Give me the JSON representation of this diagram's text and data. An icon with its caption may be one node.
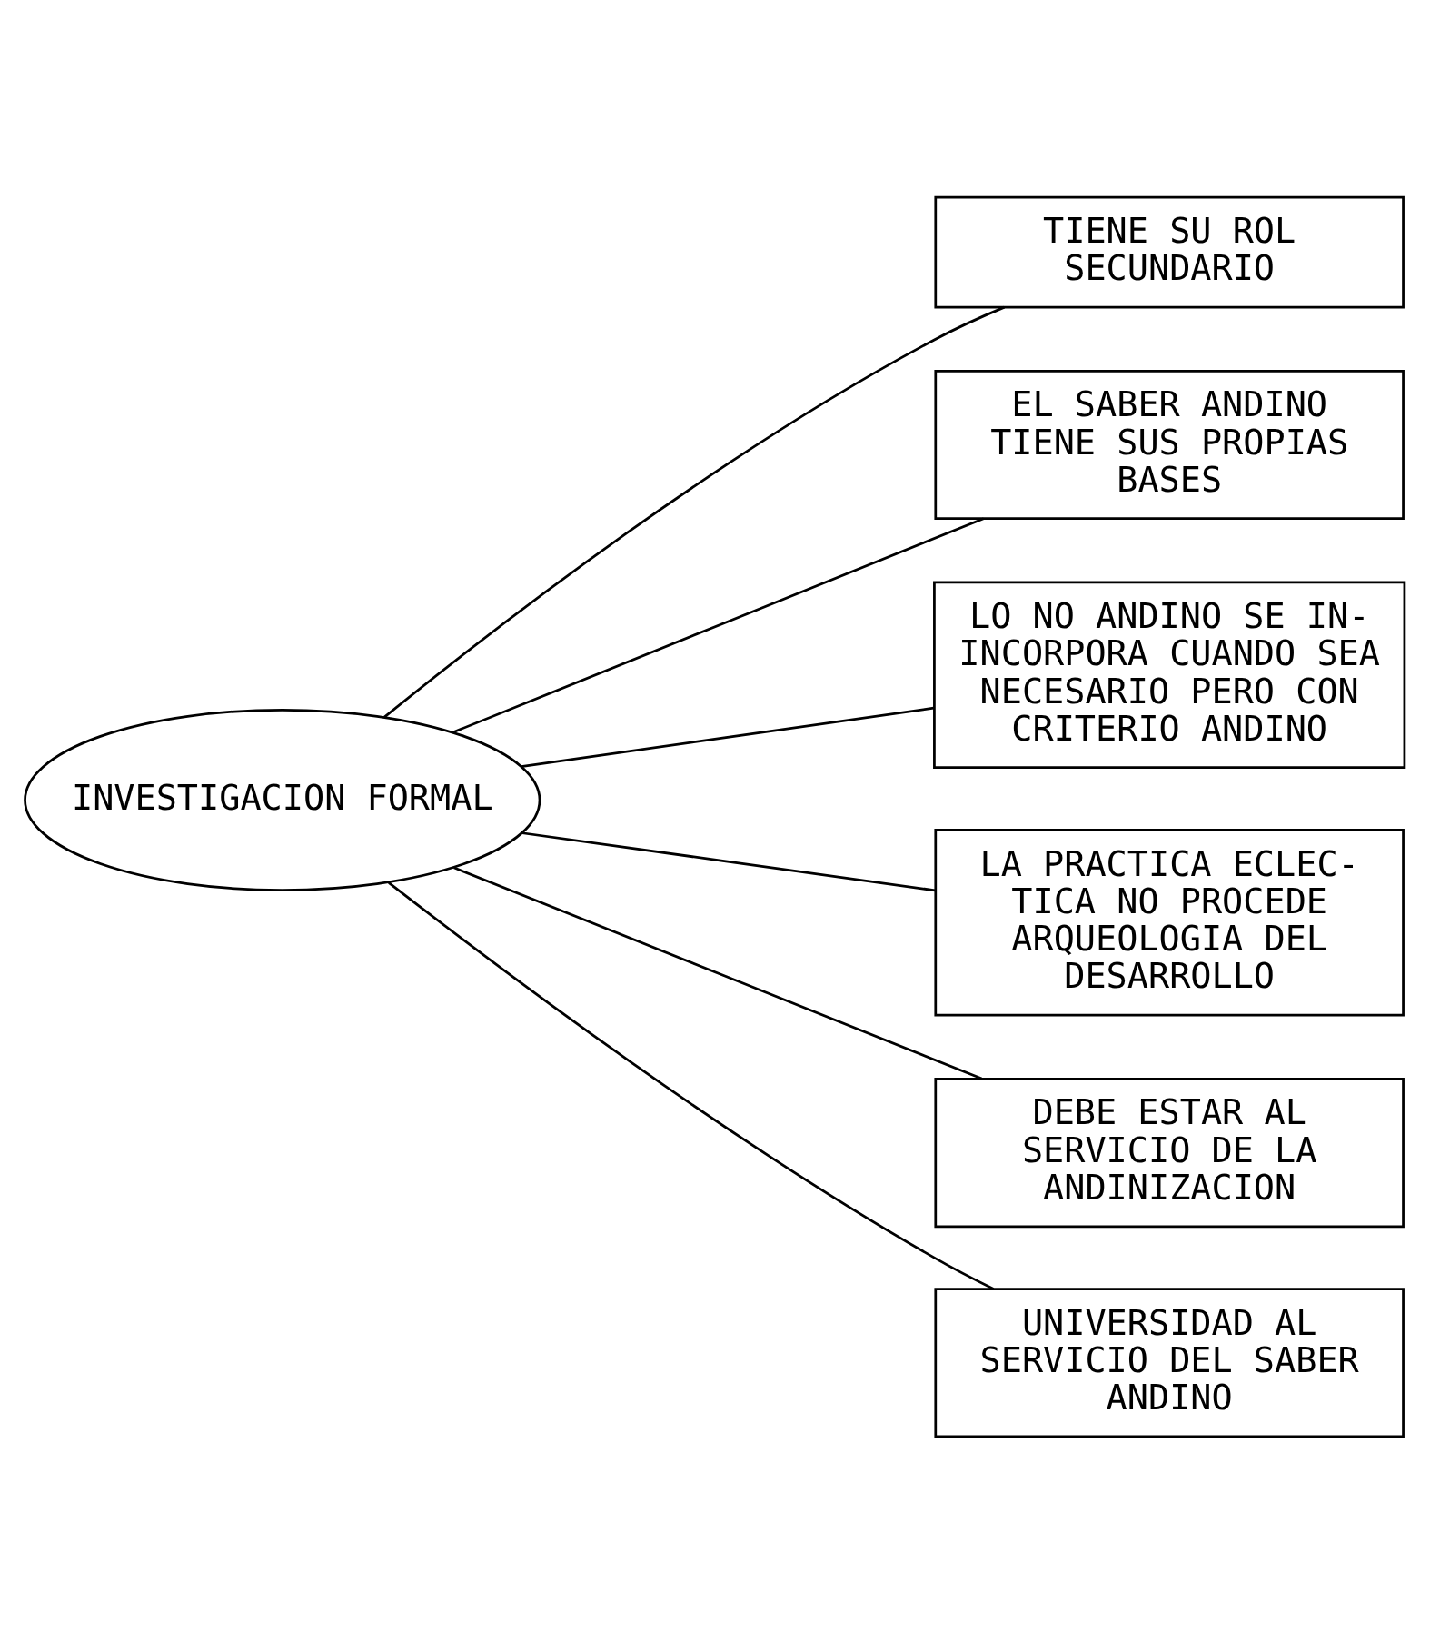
{
  "diagram": {
    "nodes": [
      {
        "text": [
          "INVESTIGACION FORMAL"
        ]
      },
      {
        "text": [
          "TIENE SU ROL SECUNDARIO"
        ]
      },
      {
        "text": [
          "EL SABER ANDINO TIENE SUS PROPIAS BASES"
        ]
      },
      {
        "text": [
          "LO NO ANDINO SE IN- INCORPORA CUANDO SEA NECESARIO PERO CON CRITERIO ANDINO"
        ]
      },
      {
        "text": [
          "LA PRACTICA ECLEC- TICA NO PROCEDE ARQUEOLOGIA DEL DESARROLLO"
        ]
      },
      {
        "text": [
          "DEBE ESTAR AL SERVICIO DE LA ANDINIZACION"
        ]
      },
      {
        "text": [
          "UNIVERSIDAD AL SERVICIO DEL SABER ANDINO"
        ]
      }
    ],
    "edges": [
      {
        "from": 0,
        "to": 1,
        "arrow": "none"
      },
      {
        "from": 0,
        "to": 2,
        "arrow": "none"
      },
      {
        "from": 0,
        "to": 3,
        "arrow": "none"
      },
      {
        "from": 0,
        "to": 4,
        "arrow": "none"
      },
      {
        "from": 0,
        "to": 5,
        "arrow": "none"
      },
      {
        "from": 0,
        "to": 6,
        "arrow": "none"
      }
    ]
  }
}
